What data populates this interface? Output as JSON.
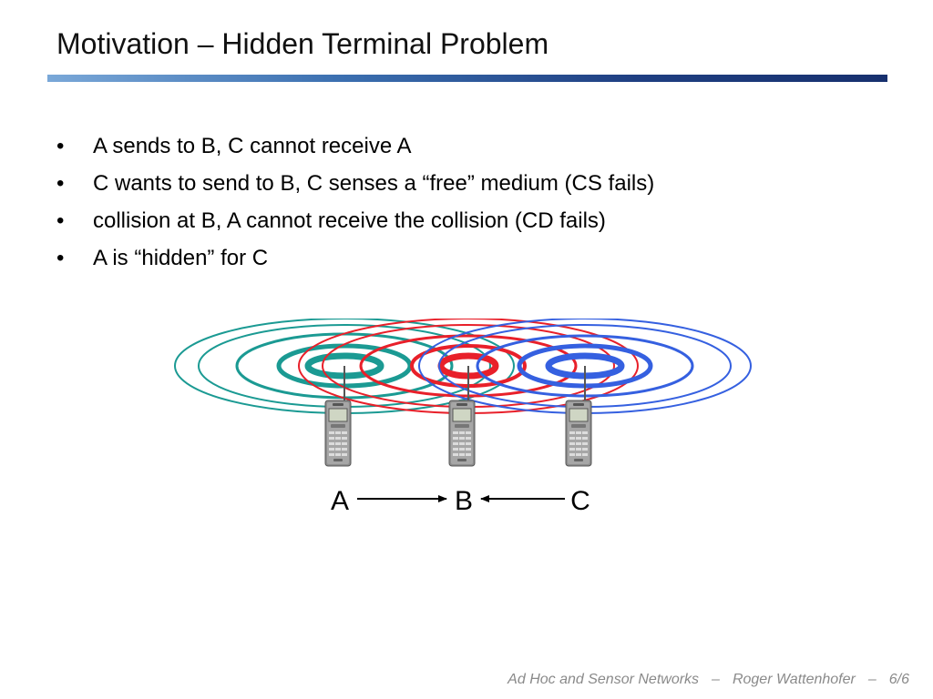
{
  "slide": {
    "title": "Motivation – Hidden Terminal Problem"
  },
  "bullets": [
    "A sends to B, C cannot receive A",
    "C wants to send to B, C senses a “free” medium (CS fails)",
    "collision at B, A cannot receive the collision (CD fails)",
    "A is “hidden” for C"
  ],
  "bullet_glyph": "•",
  "diagram": {
    "nodes": [
      {
        "label": "A",
        "ring_color": "#1b9a93"
      },
      {
        "label": "B",
        "ring_color": "#e8202a"
      },
      {
        "label": "C",
        "ring_color": "#3560e0"
      }
    ]
  },
  "footer": {
    "course": "Ad Hoc and Sensor Networks",
    "separator": "–",
    "author": "Roger Wattenhofer",
    "page": "6/6"
  }
}
